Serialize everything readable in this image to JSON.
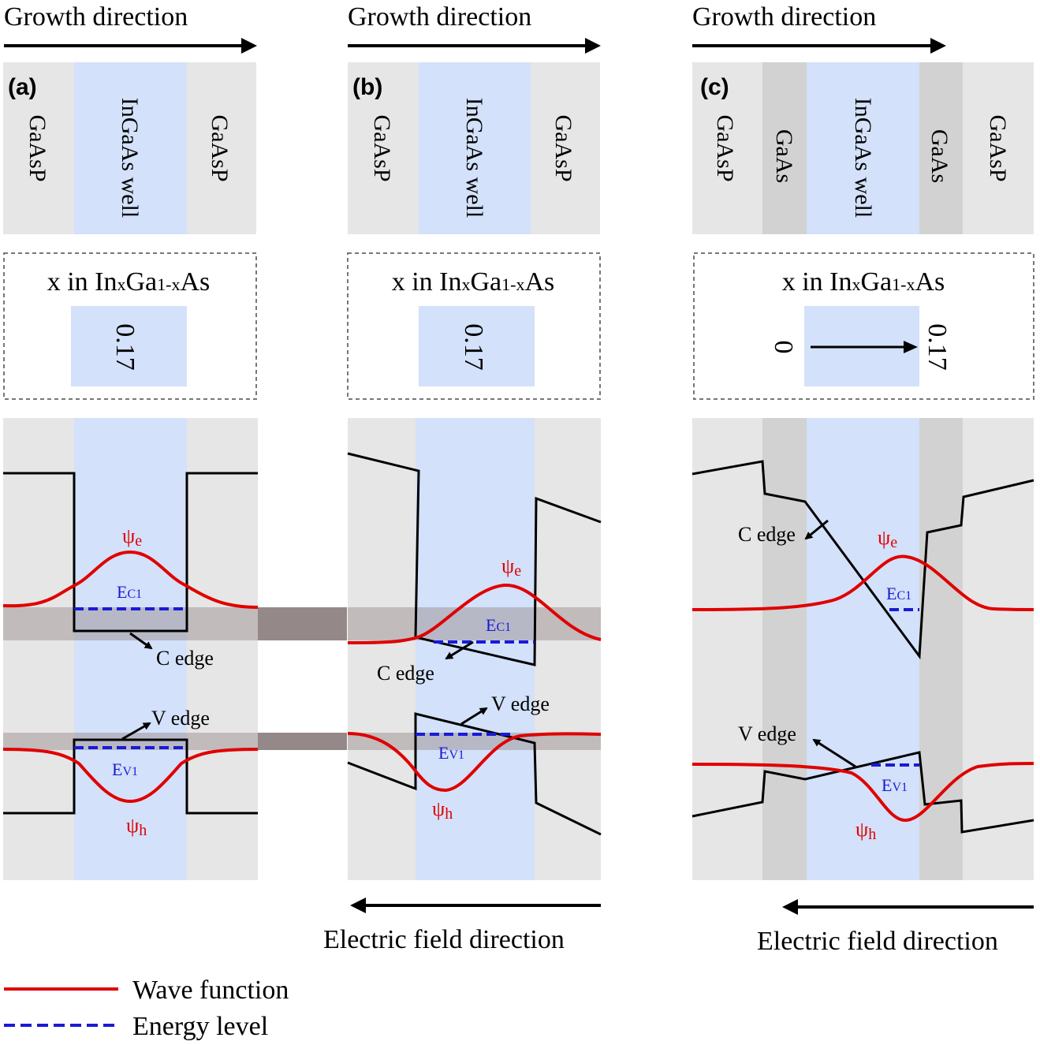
{
  "header": {
    "growth_direction": "Growth direction"
  },
  "panels": {
    "a": {
      "label": "(a)",
      "layers": [
        "GaAsP",
        "InGaAs well",
        "GaAsP"
      ],
      "composition_title": "x in InxGa1-xAs",
      "composition_value": "0.17",
      "psi_e": "ψe",
      "psi_h": "ψh",
      "ec1": "EC1",
      "ev1": "EV1",
      "c_edge": "C edge",
      "v_edge": "V edge"
    },
    "b": {
      "label": "(b)",
      "layers": [
        "GaAsP",
        "InGaAs well",
        "GaAsP"
      ],
      "composition_title": "x in InxGa1-xAs",
      "composition_value": "0.17",
      "psi_e": "ψe",
      "psi_h": "ψh",
      "ec1": "EC1",
      "ev1": "EV1",
      "c_edge": "C edge",
      "v_edge": "V edge",
      "field": "Electric field direction"
    },
    "c": {
      "label": "(c)",
      "layers": [
        "GaAsP",
        "GaAs",
        "InGaAs well",
        "GaAs",
        "GaAsP"
      ],
      "composition_title": "x in InxGa1-xAs",
      "composition_start": "0",
      "composition_end": "0.17",
      "psi_e": "ψe",
      "psi_h": "ψh",
      "ec1": "EC1",
      "ev1": "EV1",
      "c_edge": "C edge",
      "v_edge": "V edge",
      "field": "Electric field direction"
    }
  },
  "legend": {
    "wave_function": "Wave function",
    "energy_level": "Energy level"
  },
  "colors": {
    "barrier": "#e6e6e6",
    "gaas": "#d2d2d2",
    "well": "#d3e1fa",
    "wave": "#e00000",
    "level": "#1a1ad6",
    "band": "#958888"
  }
}
